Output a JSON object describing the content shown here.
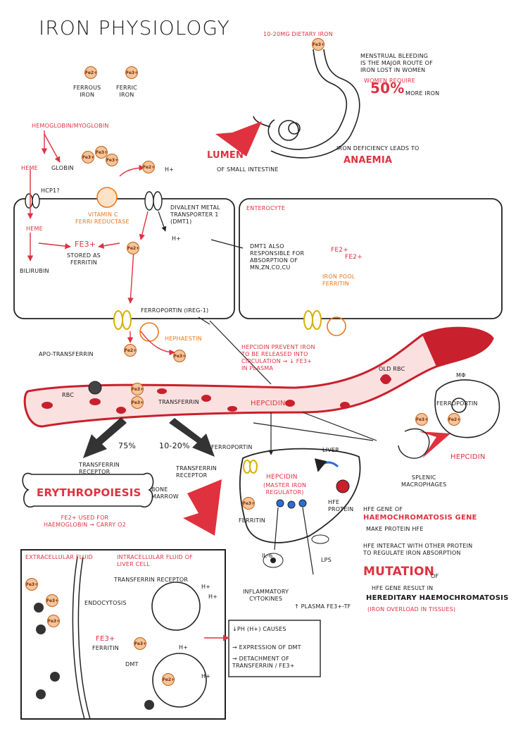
{
  "title": "IRON PHYSIOLOGY",
  "legend": {
    "ferrous_ion": "Fe2+",
    "ferric_ion": "Fe3+",
    "ferrous_label": "FERROUS\nIRON",
    "ferric_label": "FERRIC\nIRON"
  },
  "stomach": {
    "dietary_iron": "10-20mg DIETARY IRON",
    "menstrual": "MENSTRUAL BLEEDING\nIS THE MAJOR ROUTE OF\nIRON LOST IN WOMEN",
    "women_require": "WOMEN REQUIRE",
    "fifty_pct": "50%",
    "more_iron": "MORE IRON",
    "lumen": "LUMEN",
    "small_intestine": "OF SMALL INTESTINE",
    "deficiency": "IRON DEFICIENCY LEADS TO",
    "anaemia": "ANAEMIA"
  },
  "enterocyte": {
    "hemoglobin": "HEMOGLOBIN/MYOGLOBIN",
    "heme_top": "HEME",
    "globin": "GLOBIN",
    "hcp1": "HCP1?",
    "heme_mid": "HEME",
    "bilirubin": "BILIRUBIN",
    "stored": "STORED AS\nFERRITIN",
    "vitamin_c": "VITAMIN C",
    "ferri_reductase": "FERRI REDUCTASE",
    "h_plus": "H+",
    "dmt1": "DIVALENT METAL\nTRANSPORTER 1\n(DMT1)",
    "dmt1_also": "DMT1 ALSO\nRESPONSIBLE FOR\nABSORPTION OF\nMn,Zn,Co,Cu",
    "enterocyte": "ENTEROCYTE",
    "iron_pool": "IRON POOL\nFERRITIN",
    "ferroportin": "FERROPORTIN (Ireg-1)",
    "hephaestin": "HEPHAESTIN"
  },
  "circulation": {
    "hepcidin_prevent": "HEPCIDIN PREVENT IRON\nTO BE RELEASED INTO\nCIRCULATION → ↓ Fe3+\nIN PLASMA",
    "apo_transferrin": "APO-TRANSFERRIN",
    "rbc": "RBC",
    "transferrin": "TRANSFERRIN",
    "hepcidin": "HEPCIDIN",
    "old_rbc": "OLD RBC",
    "mph": "MΦ",
    "ferroportin_mph": "FERROPORTIN",
    "hepcidin_right": "HEPCIDIN",
    "splenic": "SPLENIC\nMACROPHAGES"
  },
  "marrow": {
    "pct75": "75%",
    "pct10": "10-20%",
    "transferrin_receptor": "TRANSFERRIN\nRECEPTOR",
    "erythropoiesis": "ERYTHROPOIESIS",
    "bone_marrow": "BONE\nMARROW",
    "fe_used": "Fe2+ USED FOR\nHAEMOGLOBIN → CARRY O2"
  },
  "liver": {
    "ferroportin": "FERROPORTIN",
    "transferrin_receptor": "TRANSFERRIN\nRECEPTOR",
    "liver": "LIVER",
    "hepcidin": "HEPCIDIN",
    "master": "(MASTER IRON\nREGULATOR)",
    "ferritin": "FERRITIN",
    "hfe_protein": "HFE\nPROTEIN",
    "il6": "IL-6",
    "lps": "LPS",
    "inflammatory": "INFLAMMATORY\nCYTOKINES",
    "plasma_fe": "↑ PLASMA Fe3+-TF"
  },
  "hfe": {
    "gene_of": "HFE GENE OF",
    "haemochromatosis_gene": "HAEMOCHROMATOSIS GENE",
    "make_protein": "MAKE PROTEIN HFE",
    "interact": "HFE INTERACT WITH OTHER PROTEIN\nTO REGULATE IRON ABSORPTION",
    "mutation": "MUTATION",
    "of": "OF",
    "result": "HFE GENE RESULT IN",
    "hereditary": "HEREDITARY HAEMOCHROMATOSIS",
    "overload": "(IRON OVERLOAD IN TISSUES)"
  },
  "inset": {
    "extracellular": "EXTRACELLULAR FLUID",
    "intracellular": "INTRACELLULAR FLUID OF\nLIVER CELL",
    "tf_receptor": "TRANSFERRIN RECEPTOR",
    "endocytosis": "ENDOCYTOSIS",
    "ferritin": "FERRITIN",
    "dmt": "DMT",
    "ph_causes": "↓pH (H+) CAUSES",
    "expression": "→ EXPRESSION OF DMT",
    "detachment": "→ DETACHMENT OF\nTRANSFERRIN / Fe3+"
  },
  "colors": {
    "red": "#e0313f",
    "orange": "#e8781c",
    "iron_fill": "#f4c49a",
    "iron_stroke": "#c0621a",
    "vessel": "#c8202c",
    "blue": "#2b6fd6",
    "yellow": "#f2d23a"
  }
}
